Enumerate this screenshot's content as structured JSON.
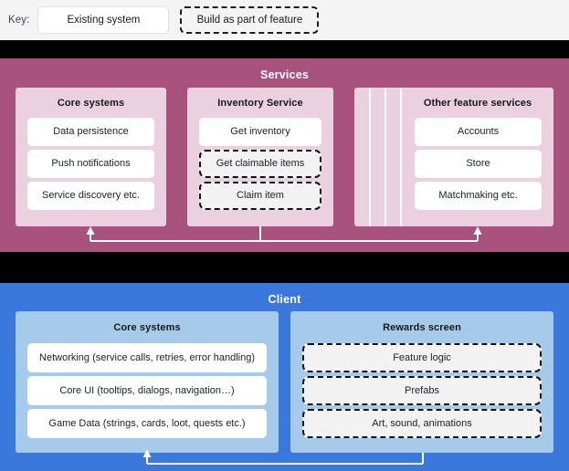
{
  "key": {
    "label": "Key:",
    "items": [
      {
        "name": "existing-system",
        "text": "Existing system",
        "style": "solid"
      },
      {
        "name": "build-as-part-of-feature",
        "text": "Build as part of feature",
        "style": "dashed"
      }
    ]
  },
  "services": {
    "title": "Services",
    "accent": "#a9527e",
    "panel": "#ebd0df",
    "groups": [
      {
        "title": "Core systems",
        "items": [
          {
            "text": "Data persistence",
            "style": "solid"
          },
          {
            "text": "Push notifications",
            "style": "solid"
          },
          {
            "text": "Service discovery etc.",
            "style": "solid"
          }
        ]
      },
      {
        "title": "Inventory Service",
        "items": [
          {
            "text": "Get inventory",
            "style": "solid"
          },
          {
            "text": "Get claimable items",
            "style": "dashed"
          },
          {
            "text": "Claim item",
            "style": "dashed"
          }
        ]
      },
      {
        "title": "Other feature services",
        "stacked": true,
        "items": [
          {
            "text": "Accounts",
            "style": "solid"
          },
          {
            "text": "Store",
            "style": "solid"
          },
          {
            "text": "Matchmaking etc.",
            "style": "solid"
          }
        ]
      }
    ]
  },
  "client": {
    "title": "Client",
    "accent": "#3b78dc",
    "panel": "#a6cbea",
    "groups": [
      {
        "title": "Core systems",
        "items": [
          {
            "text": "Networking (service calls, retries, error handling)",
            "style": "solid"
          },
          {
            "text": "Core UI (tooltips, dialogs, navigation…)",
            "style": "solid"
          },
          {
            "text": "Game Data (strings, cards, loot, quests etc.)",
            "style": "solid"
          }
        ]
      },
      {
        "title": "Rewards screen",
        "items": [
          {
            "text": "Feature logic",
            "style": "dashed"
          },
          {
            "text": "Prefabs",
            "style": "dashed"
          },
          {
            "text": "Art, sound, animations",
            "style": "dashed"
          }
        ]
      }
    ]
  }
}
